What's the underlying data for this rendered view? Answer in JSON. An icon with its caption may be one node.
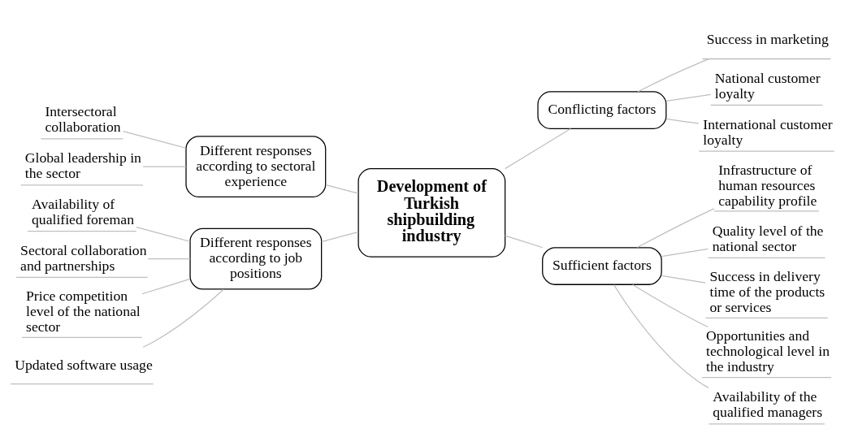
{
  "diagram": {
    "nodes": [
      {
        "text": [
          "Development of Turkish shipbuilding industry"
        ]
      },
      {
        "text": [
          "Different responses according to sectoral experience"
        ]
      },
      {
        "text": [
          "Intersectoral collaboration"
        ]
      },
      {
        "text": [
          "Global leadership in the sector"
        ]
      },
      {
        "text": [
          "Different responses according to job positions"
        ]
      },
      {
        "text": [
          "Availability of qualified foreman"
        ]
      },
      {
        "text": [
          "Sectoral collaboration and partnerships"
        ]
      },
      {
        "text": [
          "Price competition level of the national sector"
        ]
      },
      {
        "text": [
          "Updated software usage"
        ]
      },
      {
        "text": [
          "Conflicting factors"
        ]
      },
      {
        "text": [
          "Success in marketing"
        ]
      },
      {
        "text": [
          "National customer loyalty"
        ]
      },
      {
        "text": [
          "International customer loyalty"
        ]
      },
      {
        "text": [
          "Sufficient factors"
        ]
      },
      {
        "text": [
          "Infrastructure of human resources capability profile"
        ]
      },
      {
        "text": [
          "Quality level of the national sector"
        ]
      },
      {
        "text": [
          "Success in delivery time of the products or services"
        ]
      },
      {
        "text": [
          "Opportunities and technological level in the industry"
        ]
      },
      {
        "text": [
          "Availability of the qualified managers"
        ]
      }
    ],
    "edges": [
      {
        "from": 2,
        "to": 1,
        "arrow": "none"
      },
      {
        "from": 3,
        "to": 1,
        "arrow": "none"
      },
      {
        "from": 1,
        "to": 0,
        "arrow": "none"
      },
      {
        "from": 5,
        "to": 4,
        "arrow": "none"
      },
      {
        "from": 6,
        "to": 4,
        "arrow": "none"
      },
      {
        "from": 7,
        "to": 4,
        "arrow": "none"
      },
      {
        "from": 8,
        "to": 4,
        "arrow": "none"
      },
      {
        "from": 4,
        "to": 0,
        "arrow": "none"
      },
      {
        "from": 0,
        "to": 9,
        "arrow": "none"
      },
      {
        "from": 9,
        "to": 10,
        "arrow": "none"
      },
      {
        "from": 9,
        "to": 11,
        "arrow": "none"
      },
      {
        "from": 9,
        "to": 12,
        "arrow": "none"
      },
      {
        "from": 0,
        "to": 13,
        "arrow": "none"
      },
      {
        "from": 13,
        "to": 14,
        "arrow": "none"
      },
      {
        "from": 13,
        "to": 15,
        "arrow": "none"
      },
      {
        "from": 13,
        "to": 16,
        "arrow": "none"
      },
      {
        "from": 13,
        "to": 17,
        "arrow": "none"
      },
      {
        "from": 13,
        "to": 18,
        "arrow": "none"
      }
    ]
  }
}
